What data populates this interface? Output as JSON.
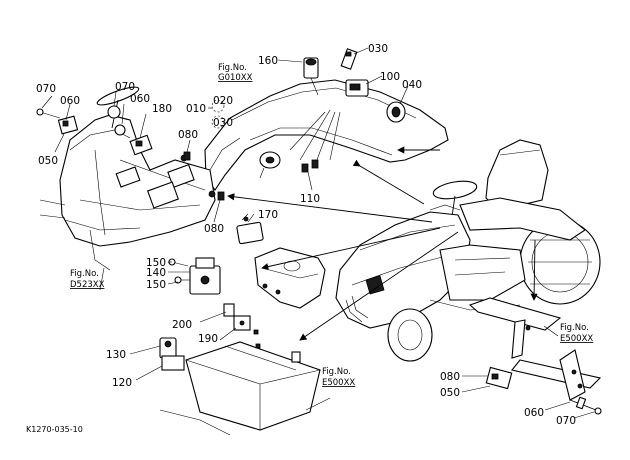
{
  "figure_refs": [
    {
      "fig": "Fig.No.",
      "code": "G010XX"
    },
    {
      "fig": "Fig.No.",
      "code": "D523XX"
    },
    {
      "fig": "Fig.No.",
      "code": "E500XX"
    },
    {
      "fig": "Fig.No.",
      "code": "E500XX"
    }
  ],
  "parts": [
    "070",
    "060",
    "050",
    "070",
    "060",
    "180",
    "080",
    "080",
    "010",
    "020",
    "030",
    "160",
    "030",
    "100",
    "040",
    "110",
    "170",
    "150",
    "140",
    "150",
    "200",
    "190",
    "130",
    "120",
    "080",
    "050",
    "060",
    "070"
  ],
  "drawing_code": "K1270-035-10"
}
